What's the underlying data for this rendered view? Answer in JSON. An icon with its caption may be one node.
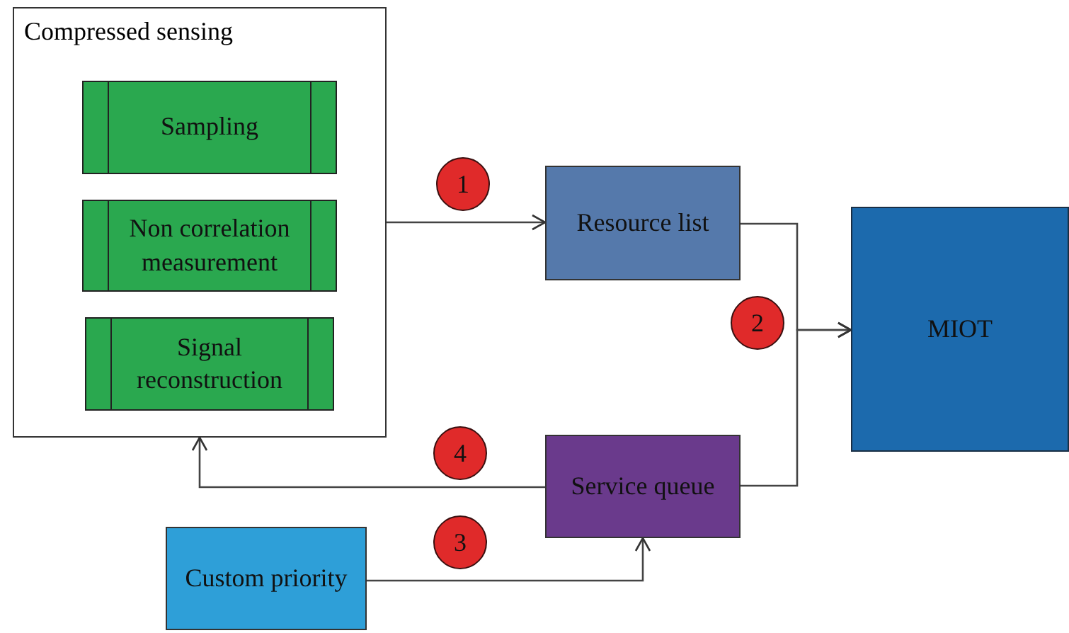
{
  "diagram": {
    "nodes": [
      {
        "text": [
          "Compressed sensing"
        ]
      },
      {
        "text": [
          "Sampling"
        ],
        "in": 0
      },
      {
        "text": [
          "Non correlation measurement"
        ],
        "in": 0
      },
      {
        "text": [
          "Signal reconstruction"
        ],
        "in": 0
      },
      {
        "text": [
          "Resource list"
        ]
      },
      {
        "text": [
          "MIOT"
        ]
      },
      {
        "text": [
          "Service queue"
        ]
      },
      {
        "text": [
          "Custom priority"
        ]
      }
    ],
    "edges": [
      {
        "from": 0,
        "to": 4,
        "arrow": "to",
        "label": "1"
      },
      {
        "from": 4,
        "to": 5,
        "arrow": "to",
        "label": "2"
      },
      {
        "from": 6,
        "to": 5,
        "arrow": "to"
      },
      {
        "from": 7,
        "to": 6,
        "arrow": "to",
        "label": "3"
      },
      {
        "from": 6,
        "to": 0,
        "arrow": "to",
        "label": "4"
      }
    ]
  }
}
